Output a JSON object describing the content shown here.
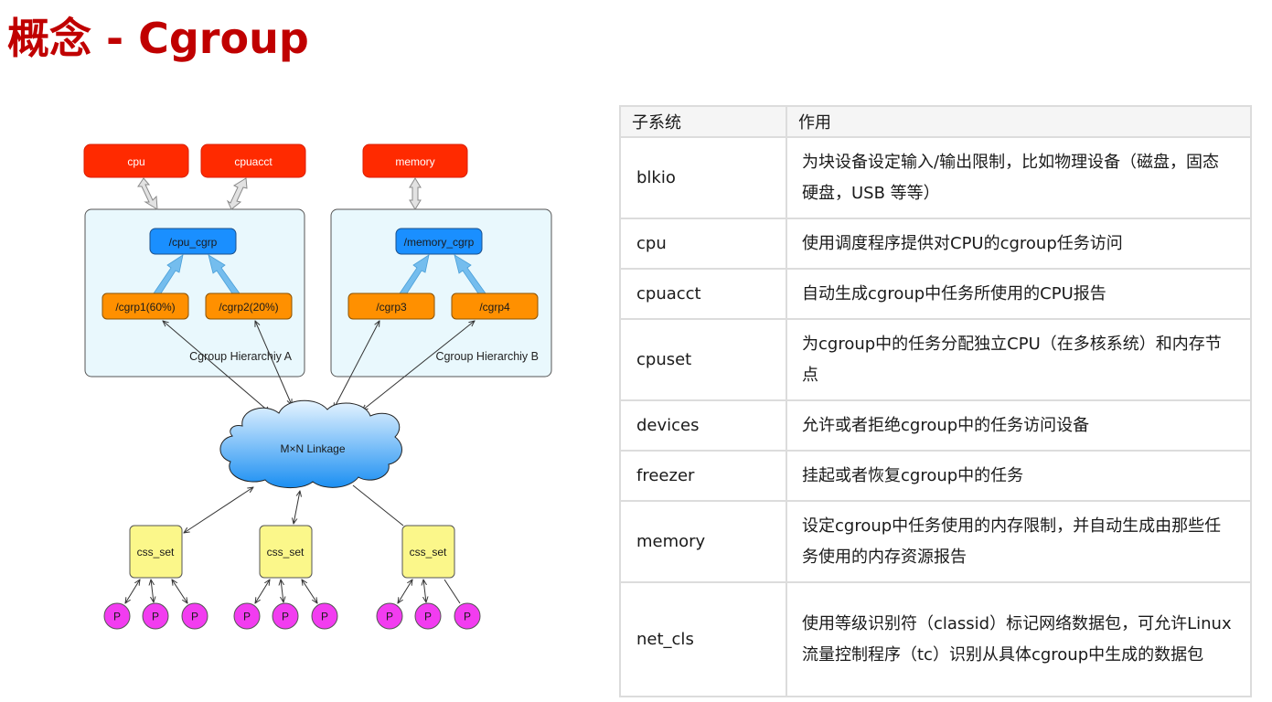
{
  "page": {
    "title": "概念 - Cgroup",
    "accent_color": "#c00000"
  },
  "diagram": {
    "subsystems": [
      {
        "id": "cpu",
        "label": "cpu"
      },
      {
        "id": "cpuacct",
        "label": "cpuacct"
      },
      {
        "id": "memory",
        "label": "memory"
      }
    ],
    "hierarchies": [
      {
        "label": "Cgroup Hierarchiy A",
        "root": "/cpu_cgrp",
        "children": [
          "/cgrp1(60%)",
          "/cgrp2(20%)"
        ]
      },
      {
        "label": "Cgroup Hierarchiy B",
        "root": "/memory_cgrp",
        "children": [
          "/cgrp3",
          "/cgrp4"
        ]
      }
    ],
    "linkage_label": "M×N Linkage",
    "css_sets": [
      "css_set",
      "css_set",
      "css_set"
    ],
    "process_label": "P",
    "colors": {
      "subsystem": "#ff2a00",
      "root_cgroup": "#1a8fff",
      "child_cgroup": "#ff9000",
      "hierarchy_bg": "#e9f8fd",
      "css_set": "#fbf78a",
      "process": "#f23cf0"
    }
  },
  "table": {
    "headers": [
      "子系统",
      "作用"
    ],
    "rows": [
      {
        "name": "blkio",
        "desc": "为块设备设定输入/输出限制，比如物理设备（磁盘，固态硬盘，USB 等等）"
      },
      {
        "name": "cpu",
        "desc": "使用调度程序提供对CPU的cgroup任务访问"
      },
      {
        "name": "cpuacct",
        "desc": "自动生成cgroup中任务所使用的CPU报告"
      },
      {
        "name": "cpuset",
        "desc": "为cgroup中的任务分配独立CPU（在多核系统）和内存节点"
      },
      {
        "name": "devices",
        "desc": "允许或者拒绝cgroup中的任务访问设备"
      },
      {
        "name": "freezer",
        "desc": "挂起或者恢复cgroup中的任务"
      },
      {
        "name": "memory",
        "desc": "设定cgroup中任务使用的内存限制，并自动生成由那些任务使用的内存资源报告"
      },
      {
        "name": "net_cls",
        "desc": "使用等级识别符（classid）标记网络数据包，可允许Linux流量控制程序（tc）识别从具体cgroup中生成的数据包"
      }
    ]
  }
}
